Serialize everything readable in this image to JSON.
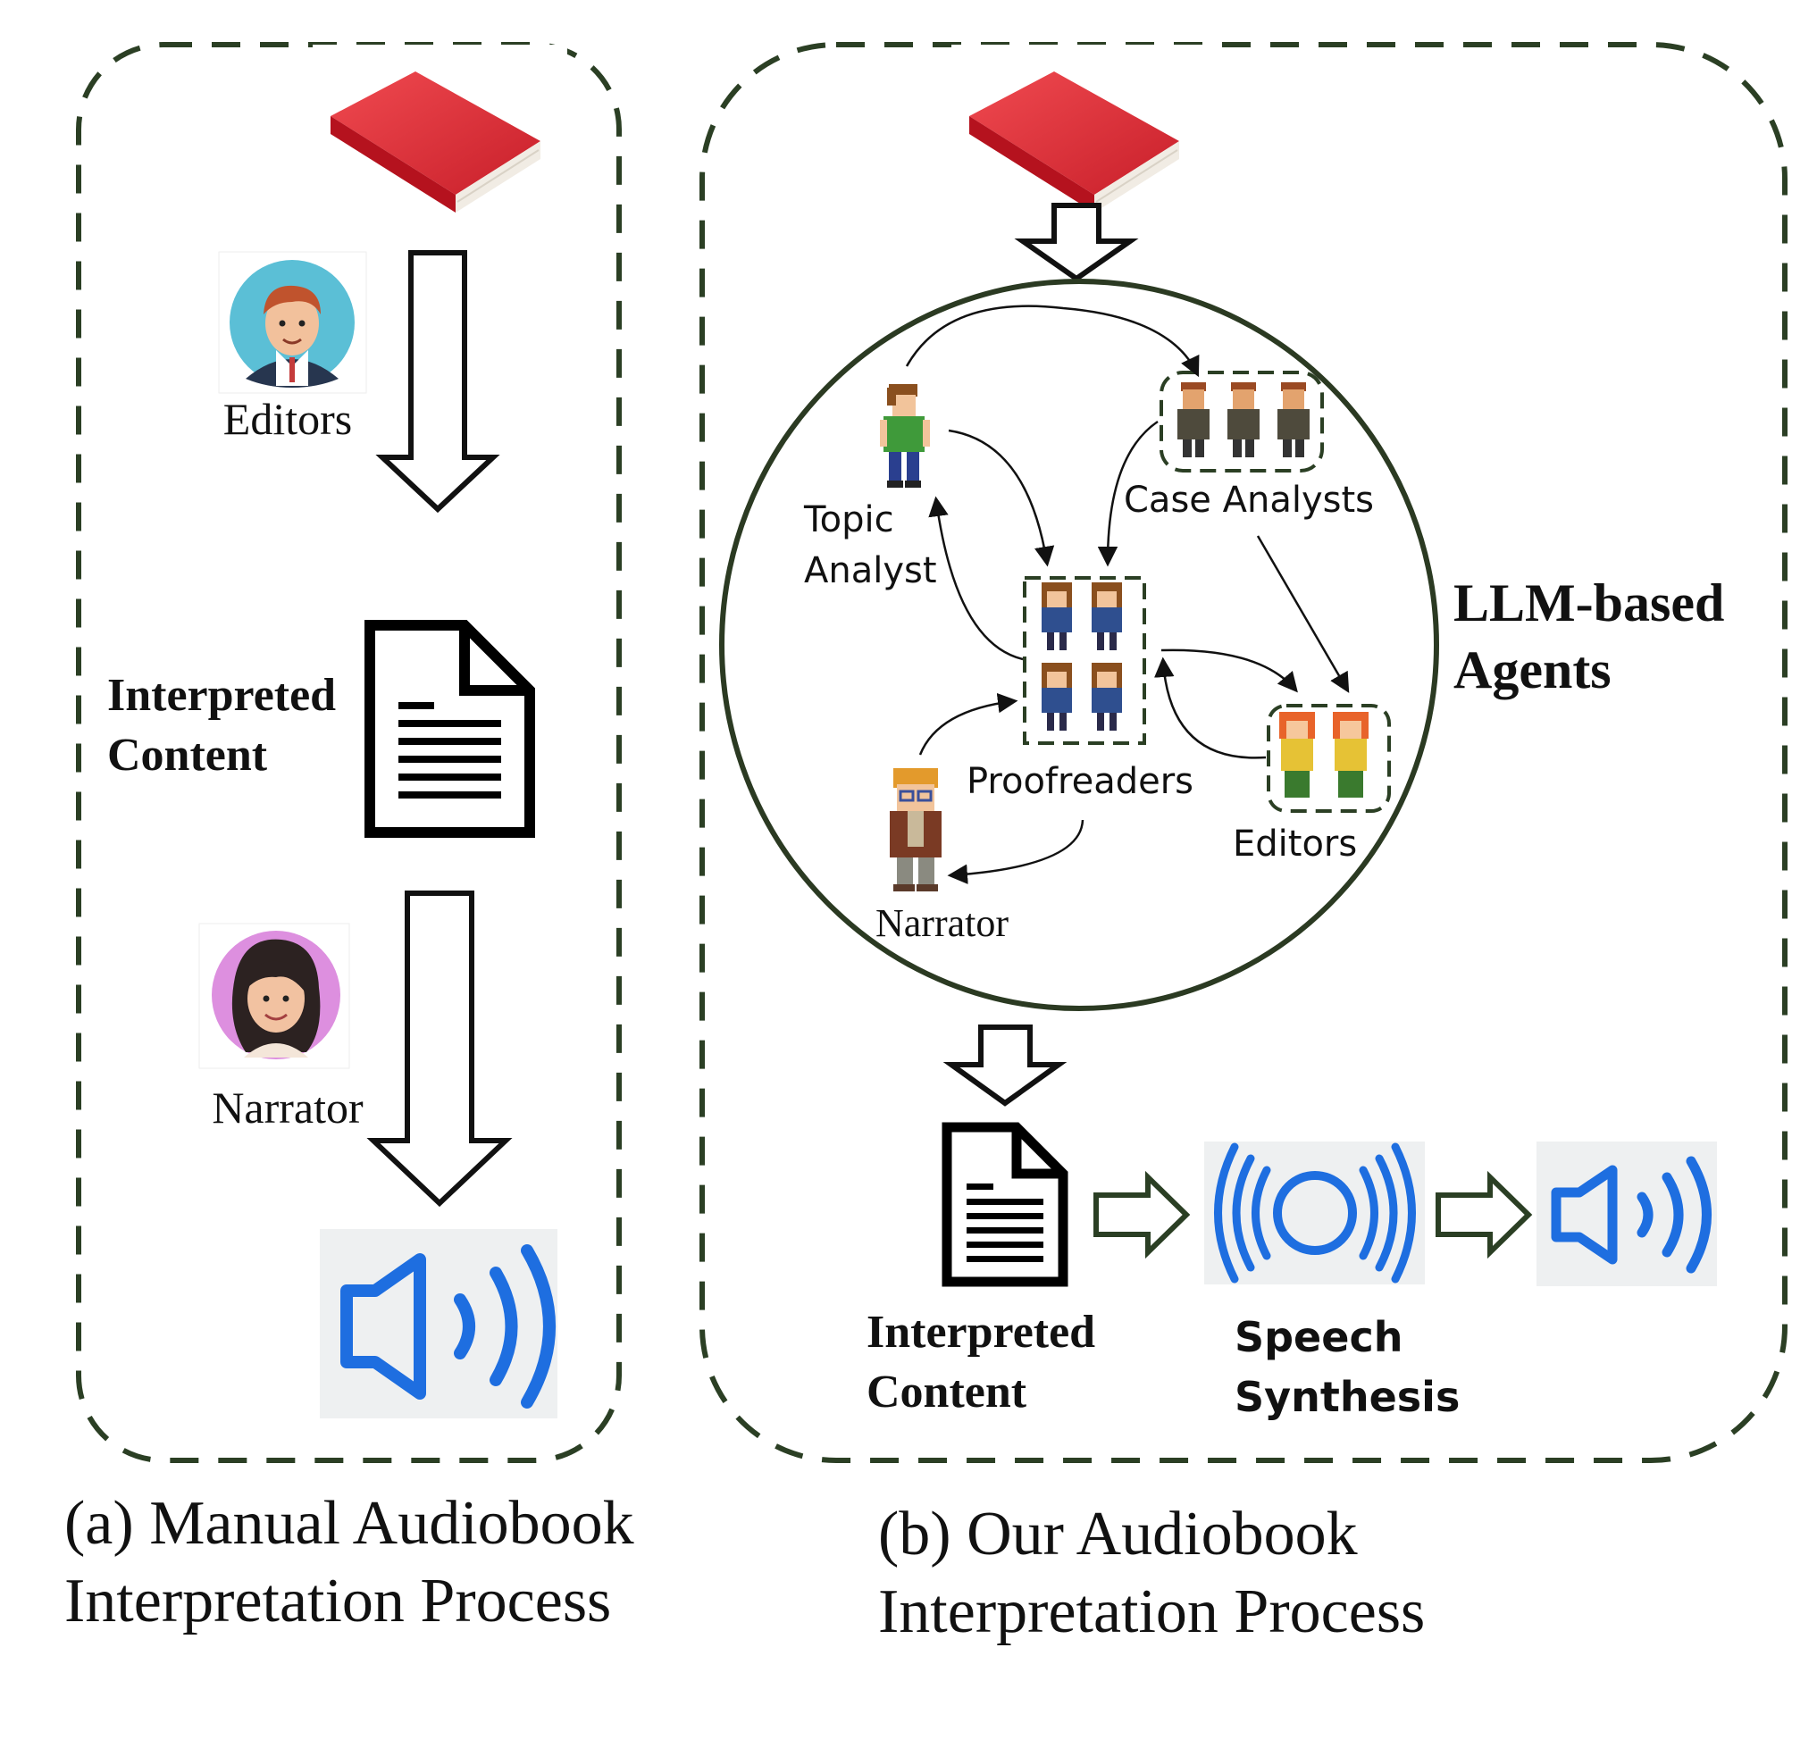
{
  "panel_a": {
    "editors_label": "Editors",
    "content_label_line1": "Interpreted",
    "content_label_line2": "Content",
    "narrator_label": "Narrator",
    "caption_line1": "(a) Manual Audiobook",
    "caption_line2": "Interpretation Process"
  },
  "panel_b": {
    "topic_analyst_line1": "Topic",
    "topic_analyst_line2": "Analyst",
    "case_analysts_label": "Case Analysts",
    "proofreaders_label": "Proofreaders",
    "editors_label": "Editors",
    "narrator_label": "Narrator",
    "agents_line1": "LLM-based",
    "agents_line2": "Agents",
    "content_label_line1": "Interpreted",
    "content_label_line2": "Content",
    "speech_line1": "Speech",
    "speech_line2": "Synthesis",
    "caption_line1": "(b) Our Audiobook",
    "caption_line2": "Interpretation Process"
  },
  "colors": {
    "dashed_border": "#2b3f24",
    "circle_border": "#2b3a22",
    "book_red": "#e0383e",
    "sound_blue": "#1e6ee0",
    "arrow_green": "#2b3f24"
  }
}
